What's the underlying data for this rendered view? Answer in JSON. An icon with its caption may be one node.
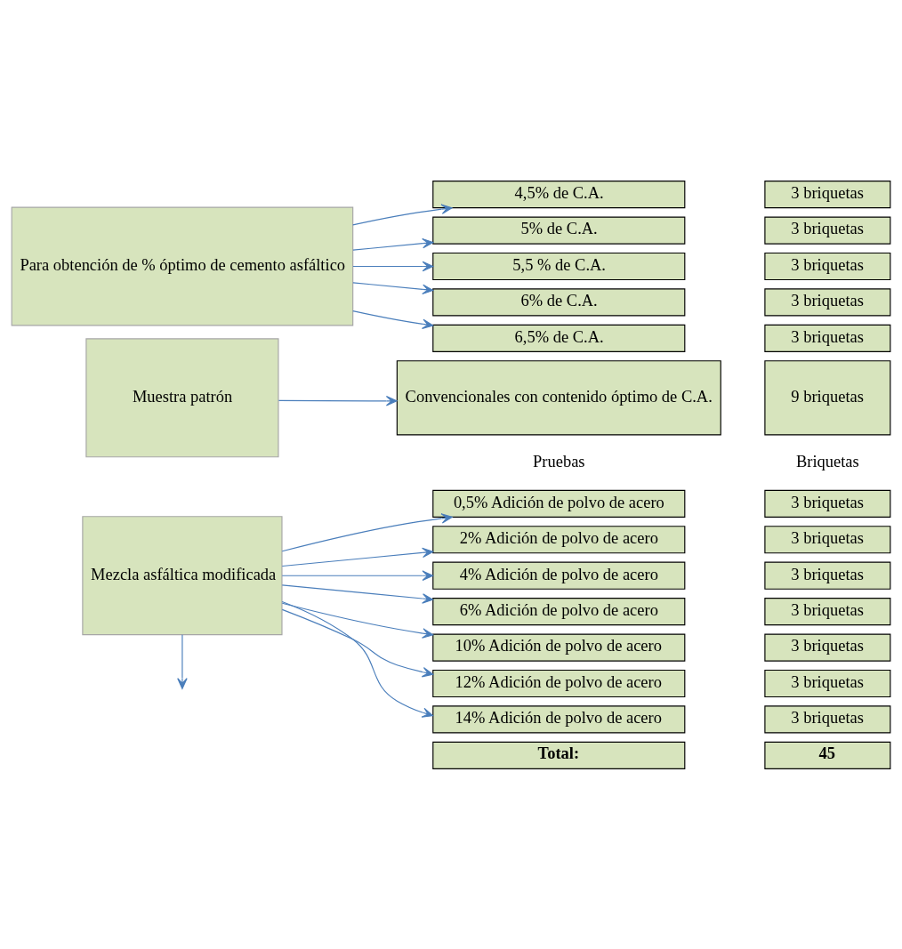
{
  "diagram": {
    "nodes": [
      {
        "text": [
          "Para obtención de % óptimo de cemento asfáltico"
        ]
      },
      {
        "text": [
          "4,5% de C.A."
        ]
      },
      {
        "text": [
          "3 briquetas"
        ]
      },
      {
        "text": [
          "5% de C.A."
        ]
      },
      {
        "text": [
          "3 briquetas"
        ]
      },
      {
        "text": [
          "5,5 % de C.A."
        ]
      },
      {
        "text": [
          "3 briquetas"
        ]
      },
      {
        "text": [
          "6% de C.A."
        ]
      },
      {
        "text": [
          "3 briquetas"
        ]
      },
      {
        "text": [
          "6,5% de C.A."
        ]
      },
      {
        "text": [
          "3 briquetas"
        ]
      },
      {
        "text": [
          "Muestra patrón"
        ]
      },
      {
        "text": [
          "Convencionales con contenido óptimo de C.A."
        ]
      },
      {
        "text": [
          "9 briquetas"
        ]
      },
      {
        "text": [
          "Mezcla asfáltica modificada"
        ]
      },
      {
        "text": [
          "0,5% Adición de polvo de acero"
        ]
      },
      {
        "text": [
          "3 briquetas"
        ]
      },
      {
        "text": [
          "2% Adición de polvo de acero"
        ]
      },
      {
        "text": [
          "3 briquetas"
        ]
      },
      {
        "text": [
          "4% Adición de polvo de acero"
        ]
      },
      {
        "text": [
          "3 briquetas"
        ]
      },
      {
        "text": [
          "6% Adición de polvo de acero"
        ]
      },
      {
        "text": [
          "3 briquetas"
        ]
      },
      {
        "text": [
          "10% Adición de polvo de acero"
        ]
      },
      {
        "text": [
          "3 briquetas"
        ]
      },
      {
        "text": [
          "12% Adición de polvo de acero"
        ]
      },
      {
        "text": [
          "3 briquetas"
        ]
      },
      {
        "text": [
          "14% Adición de polvo de acero"
        ]
      },
      {
        "text": [
          "3 briquetas"
        ]
      },
      {
        "text": [
          "Total:"
        ]
      },
      {
        "text": [
          "45"
        ]
      }
    ],
    "edges": [
      {
        "from": 0,
        "to": 1,
        "arrow": "to"
      },
      {
        "from": 0,
        "to": 3,
        "arrow": "to"
      },
      {
        "from": 0,
        "to": 5,
        "arrow": "to"
      },
      {
        "from": 0,
        "to": 7,
        "arrow": "to"
      },
      {
        "from": 0,
        "to": 9,
        "arrow": "to"
      },
      {
        "from": 11,
        "to": 12,
        "arrow": "to"
      },
      {
        "from": 14,
        "to": 15,
        "arrow": "to"
      },
      {
        "from": 14,
        "to": 17,
        "arrow": "to"
      },
      {
        "from": 14,
        "to": 19,
        "arrow": "to"
      },
      {
        "from": 14,
        "to": 21,
        "arrow": "to"
      },
      {
        "from": 14,
        "to": 23,
        "arrow": "to"
      },
      {
        "from": 14,
        "to": 25,
        "arrow": "to"
      },
      {
        "from": 14,
        "to": 27,
        "arrow": "to"
      },
      {
        "from": 14,
        "to": null,
        "arrow": "to"
      }
    ],
    "labels": [
      "Pruebas",
      "Briquetas"
    ]
  }
}
